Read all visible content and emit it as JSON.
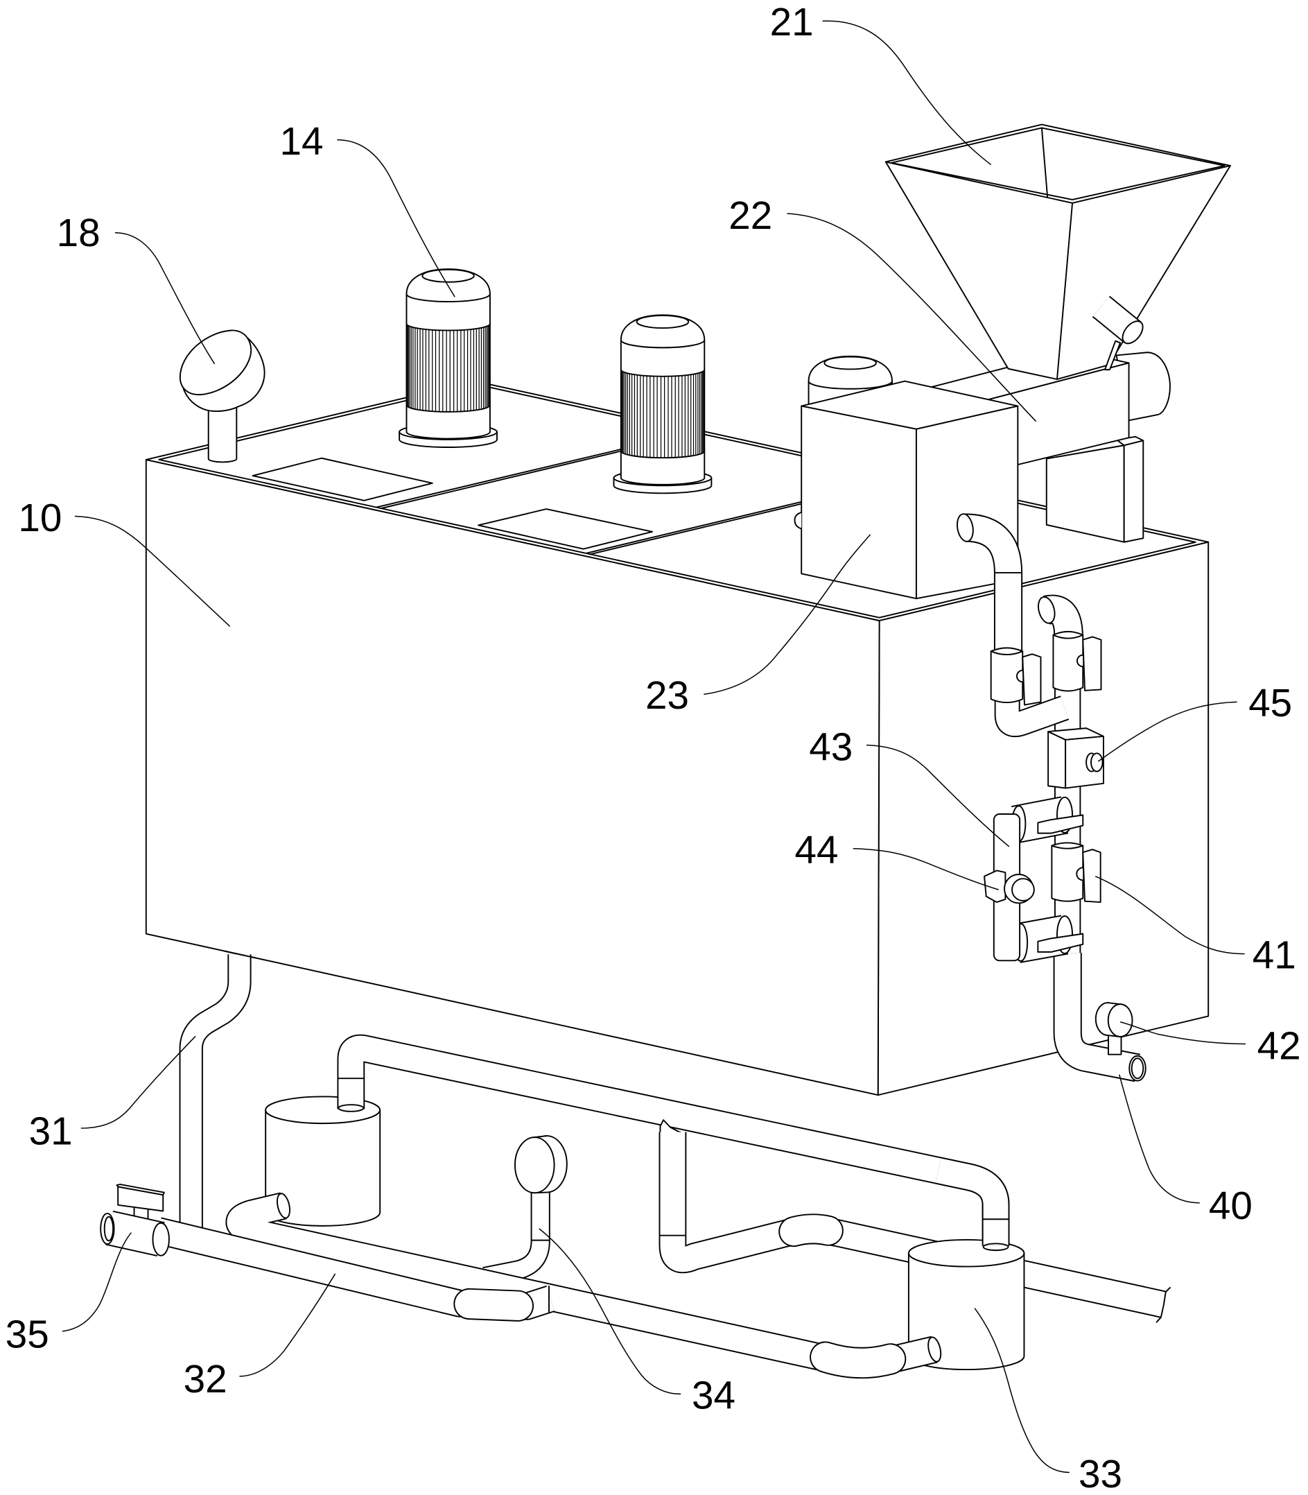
{
  "figure": {
    "callouts": [
      "21",
      "14",
      "22",
      "18",
      "10",
      "23",
      "45",
      "43",
      "44",
      "41",
      "42",
      "31",
      "40",
      "35",
      "32",
      "34",
      "33"
    ]
  },
  "style": {
    "line_color": "#000000",
    "background": "#ffffff"
  }
}
